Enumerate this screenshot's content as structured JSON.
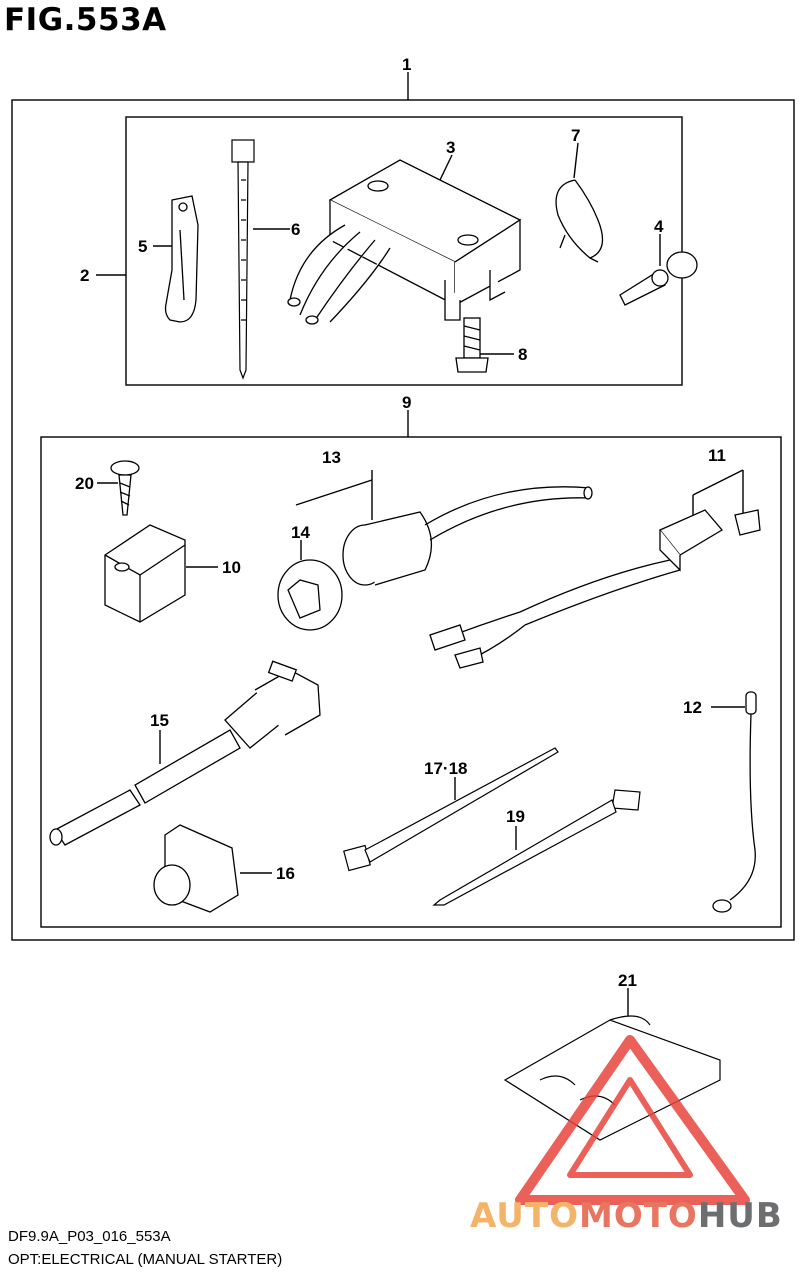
{
  "figure": {
    "title": "FIG.553A",
    "code": "DF9.9A_P03_016_553A",
    "caption": "OPT:ELECTRICAL (MANUAL STARTER)"
  },
  "callouts": {
    "c1": "1",
    "c2": "2",
    "c3": "3",
    "c4": "4",
    "c5": "5",
    "c6": "6",
    "c7": "7",
    "c8": "8",
    "c9": "9",
    "c10": "10",
    "c11": "11",
    "c12": "12",
    "c13": "13",
    "c14": "14",
    "c15": "15",
    "c16": "16",
    "c17": "17·18",
    "c19": "19",
    "c20": "20",
    "c21": "21"
  },
  "watermark": {
    "part1": "AUTO",
    "part2": "MOTO",
    "part3": "HUB",
    "colors": {
      "auto": "#f3b46a",
      "moto": "#e8755f",
      "hub": "#6d6e70",
      "triangle": "#e8453c"
    }
  }
}
